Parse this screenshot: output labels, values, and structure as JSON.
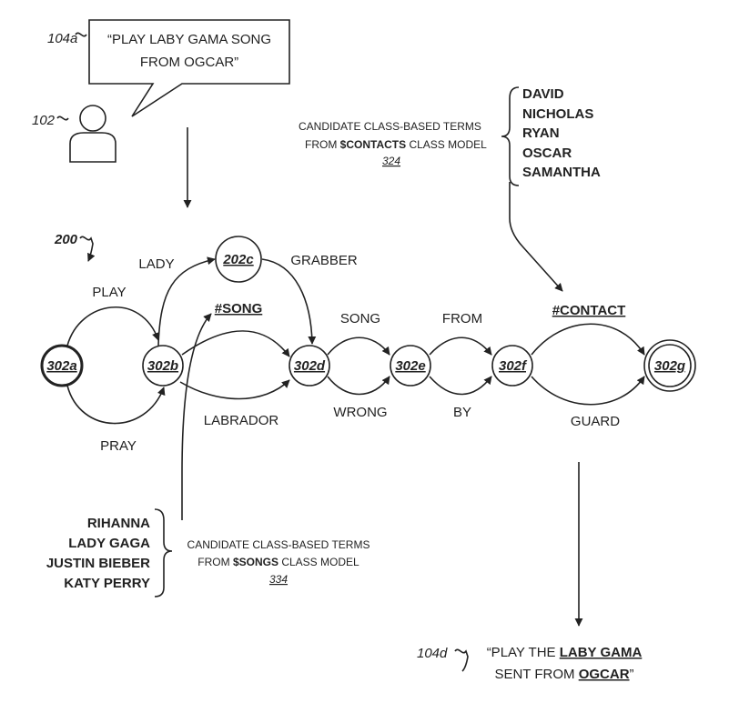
{
  "refs": {
    "utterance": "104a",
    "user": "102",
    "graph": "200",
    "output": "104d"
  },
  "utterance_text": [
    "“PLAY LABY GAMA SONG",
    "FROM OGCAR”"
  ],
  "nodes": {
    "n302a": "302a",
    "n302b": "302b",
    "n202c": "202c",
    "n302d": "302d",
    "n302e": "302e",
    "n302f": "302f",
    "n302g": "302g"
  },
  "edges": {
    "play": "PLAY",
    "pray": "PRAY",
    "lady": "LADY",
    "grabber": "GRABBER",
    "song_class": "#SONG",
    "labrador": "LABRADOR",
    "song": "SONG",
    "wrong": "WRONG",
    "from": "FROM",
    "by": "BY",
    "contact_class": "#CONTACT",
    "guard": "GUARD"
  },
  "contacts": {
    "names": [
      "DAVID",
      "NICHOLAS",
      "RYAN",
      "OSCAR",
      "SAMANTHA"
    ],
    "caption_line1": "CANDIDATE CLASS-BASED TERMS",
    "caption_pre": "FROM ",
    "caption_bold": "$CONTACTS",
    "caption_post": " CLASS MODEL",
    "ref": "324"
  },
  "songs": {
    "names": [
      "RIHANNA",
      "LADY GAGA",
      "JUSTIN BIEBER",
      "KATY PERRY"
    ],
    "caption_line1": "CANDIDATE CLASS-BASED TERMS",
    "caption_pre": "FROM ",
    "caption_bold": "$SONGS",
    "caption_post": " CLASS MODEL",
    "ref": "334"
  },
  "output_text": {
    "l1_pre": "“PLAY THE ",
    "l1_bold": "LABY GAMA",
    "l2_pre": "SENT FROM ",
    "l2_bold": "OGCAR",
    "l2_post": "”"
  }
}
